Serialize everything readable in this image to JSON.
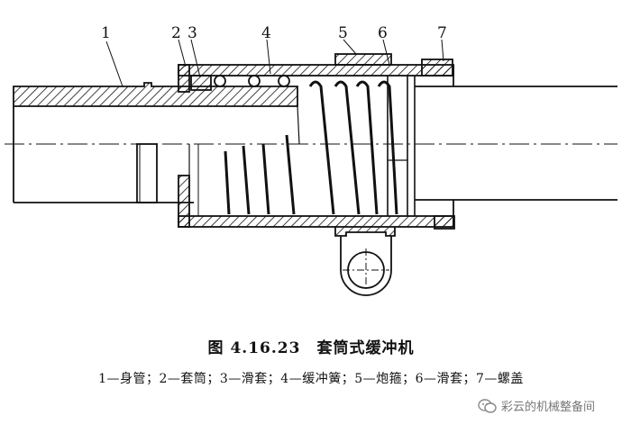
{
  "labels": {
    "1": "1",
    "2": "2",
    "3": "3",
    "4": "4",
    "5": "5",
    "6": "6",
    "7": "7"
  },
  "caption": {
    "title": "图 4.16.23　套筒式缓冲机",
    "legend": "1—身管；2—套筒；3—滑套；4—缓冲簧；5—炮箍；6—滑套；7—螺盖"
  },
  "watermark": {
    "icon": "wechat-icon",
    "text": "彩云的机械整备间"
  }
}
